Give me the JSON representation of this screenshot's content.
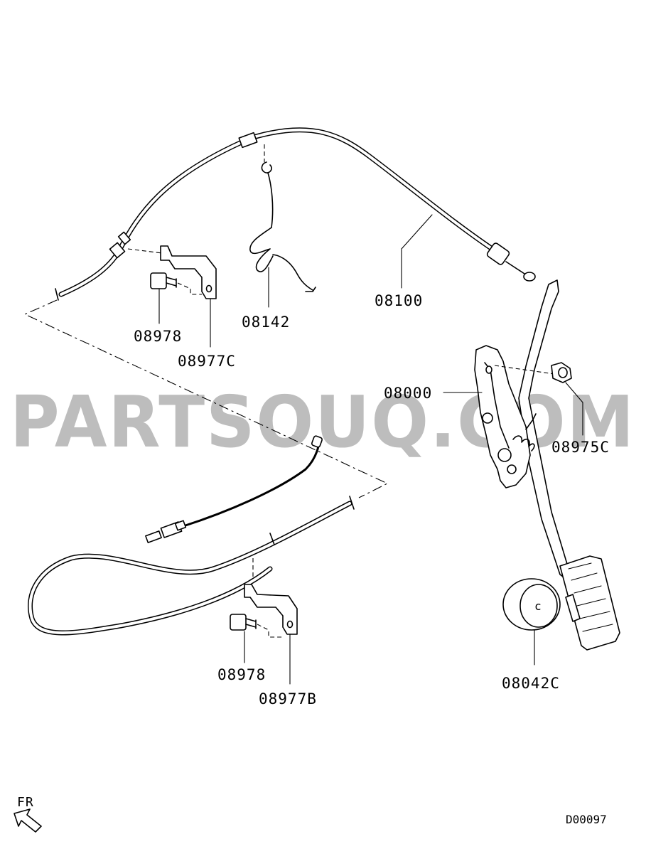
{
  "watermark": "PARTSOUQ.COM",
  "callouts": {
    "p08100": "08100",
    "p08142": "08142",
    "p08978_top": "08978",
    "p08977C": "08977C",
    "p08000": "08000",
    "p08975C": "08975C",
    "p08978_bottom": "08978",
    "p08977B": "08977B",
    "p08042C": "08042C"
  },
  "direction_label": "FR",
  "diagram_code": "D00097",
  "stopper_mark": "c"
}
